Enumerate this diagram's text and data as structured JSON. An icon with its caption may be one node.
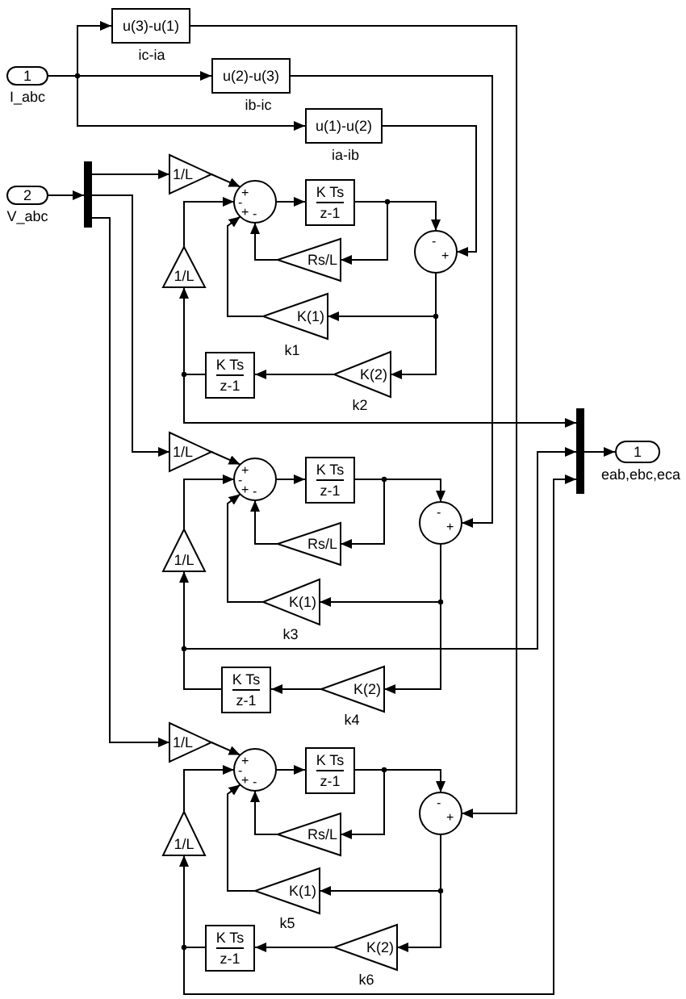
{
  "diagram": {
    "nodes": [
      {
        "text": [
          "1"
        ],
        "beside": [
          "I_abc"
        ]
      },
      {
        "text": [
          "u(3)-u(1)"
        ],
        "beside": [
          "ic-ia"
        ]
      },
      {
        "text": [
          "u(2)-u(3)"
        ],
        "beside": [
          "ib-ic"
        ]
      },
      {
        "text": [
          "u(1)-u(2)"
        ],
        "beside": [
          "ia-ib"
        ]
      },
      {
        "text": [
          "2"
        ],
        "beside": [
          "V_abc"
        ]
      },
      {
        "text": [],
        "shape": "bar"
      },
      {
        "text": [
          "1/L"
        ]
      },
      {
        "text": [
          "+",
          "-",
          "+",
          "-"
        ]
      },
      {
        "text": [
          "K Ts",
          "z-1"
        ]
      },
      {
        "text": [
          "Rs/L"
        ]
      },
      {
        "text": [
          "-",
          "+"
        ]
      },
      {
        "text": [
          "K(1)"
        ],
        "beside": [
          "k1"
        ]
      },
      {
        "text": [
          "K(2)"
        ],
        "beside": [
          "k2"
        ]
      },
      {
        "text": [
          "K Ts",
          "z-1"
        ]
      },
      {
        "text": [
          "1/L"
        ]
      },
      {
        "text": [
          "1/L"
        ]
      },
      {
        "text": [
          "+",
          "-",
          "+",
          "-"
        ]
      },
      {
        "text": [
          "K Ts",
          "z-1"
        ]
      },
      {
        "text": [
          "Rs/L"
        ]
      },
      {
        "text": [
          "-",
          "+"
        ]
      },
      {
        "text": [
          "K(1)"
        ],
        "beside": [
          "k3"
        ]
      },
      {
        "text": [
          "K(2)"
        ],
        "beside": [
          "k4"
        ]
      },
      {
        "text": [
          "K Ts",
          "z-1"
        ]
      },
      {
        "text": [
          "1/L"
        ]
      },
      {
        "text": [
          "1/L"
        ]
      },
      {
        "text": [
          "+",
          "-",
          "+",
          "-"
        ]
      },
      {
        "text": [
          "K Ts",
          "z-1"
        ]
      },
      {
        "text": [
          "Rs/L"
        ]
      },
      {
        "text": [
          "-",
          "+"
        ]
      },
      {
        "text": [
          "K(1)"
        ],
        "beside": [
          "k5"
        ]
      },
      {
        "text": [
          "K(2)"
        ],
        "beside": [
          "k6"
        ]
      },
      {
        "text": [
          "K Ts",
          "z-1"
        ]
      },
      {
        "text": [
          "1/L"
        ]
      },
      {
        "text": [],
        "shape": "bar"
      },
      {
        "text": [
          "1"
        ],
        "beside": [
          "eab,ebc,eca"
        ]
      }
    ],
    "edges": [
      {
        "from": 0,
        "to": 1,
        "arrow": "to"
      },
      {
        "from": 0,
        "to": 2,
        "arrow": "to"
      },
      {
        "from": 0,
        "to": 3,
        "arrow": "to"
      },
      {
        "from": 4,
        "to": 5,
        "arrow": "to"
      },
      {
        "from": 5,
        "to": 6,
        "arrow": "to"
      },
      {
        "from": 6,
        "to": 7,
        "arrow": "to"
      },
      {
        "from": 7,
        "to": 8,
        "arrow": "to"
      },
      {
        "from": 8,
        "to": 10,
        "arrow": "to"
      },
      {
        "from": 8,
        "to": 9,
        "arrow": "to"
      },
      {
        "from": 9,
        "to": 7,
        "arrow": "to"
      },
      {
        "from": 3,
        "to": 10,
        "arrow": "to"
      },
      {
        "from": 10,
        "to": 11,
        "arrow": "to"
      },
      {
        "from": 11,
        "to": 7,
        "arrow": "to"
      },
      {
        "from": 10,
        "to": 12,
        "arrow": "to"
      },
      {
        "from": 12,
        "to": 13,
        "arrow": "to"
      },
      {
        "from": 13,
        "to": 14,
        "arrow": "to"
      },
      {
        "from": 14,
        "to": 7,
        "arrow": "to"
      },
      {
        "from": 13,
        "to": 33,
        "arrow": "to"
      },
      {
        "from": 5,
        "to": 15,
        "arrow": "to"
      },
      {
        "from": 15,
        "to": 16,
        "arrow": "to"
      },
      {
        "from": 16,
        "to": 17,
        "arrow": "to"
      },
      {
        "from": 17,
        "to": 19,
        "arrow": "to"
      },
      {
        "from": 17,
        "to": 18,
        "arrow": "to"
      },
      {
        "from": 18,
        "to": 16,
        "arrow": "to"
      },
      {
        "from": 2,
        "to": 19,
        "arrow": "to"
      },
      {
        "from": 19,
        "to": 20,
        "arrow": "to"
      },
      {
        "from": 20,
        "to": 16,
        "arrow": "to"
      },
      {
        "from": 19,
        "to": 21,
        "arrow": "to"
      },
      {
        "from": 21,
        "to": 22,
        "arrow": "to"
      },
      {
        "from": 22,
        "to": 23,
        "arrow": "to"
      },
      {
        "from": 23,
        "to": 16,
        "arrow": "to"
      },
      {
        "from": 22,
        "to": 33,
        "arrow": "to"
      },
      {
        "from": 5,
        "to": 24,
        "arrow": "to"
      },
      {
        "from": 24,
        "to": 25,
        "arrow": "to"
      },
      {
        "from": 25,
        "to": 26,
        "arrow": "to"
      },
      {
        "from": 26,
        "to": 28,
        "arrow": "to"
      },
      {
        "from": 26,
        "to": 27,
        "arrow": "to"
      },
      {
        "from": 27,
        "to": 25,
        "arrow": "to"
      },
      {
        "from": 1,
        "to": 28,
        "arrow": "to"
      },
      {
        "from": 28,
        "to": 29,
        "arrow": "to"
      },
      {
        "from": 29,
        "to": 25,
        "arrow": "to"
      },
      {
        "from": 28,
        "to": 30,
        "arrow": "to"
      },
      {
        "from": 30,
        "to": 31,
        "arrow": "to"
      },
      {
        "from": 31,
        "to": 32,
        "arrow": "to"
      },
      {
        "from": 32,
        "to": 25,
        "arrow": "to"
      },
      {
        "from": 31,
        "to": 33,
        "arrow": "to"
      },
      {
        "from": 33,
        "to": 34,
        "arrow": "to"
      }
    ]
  }
}
